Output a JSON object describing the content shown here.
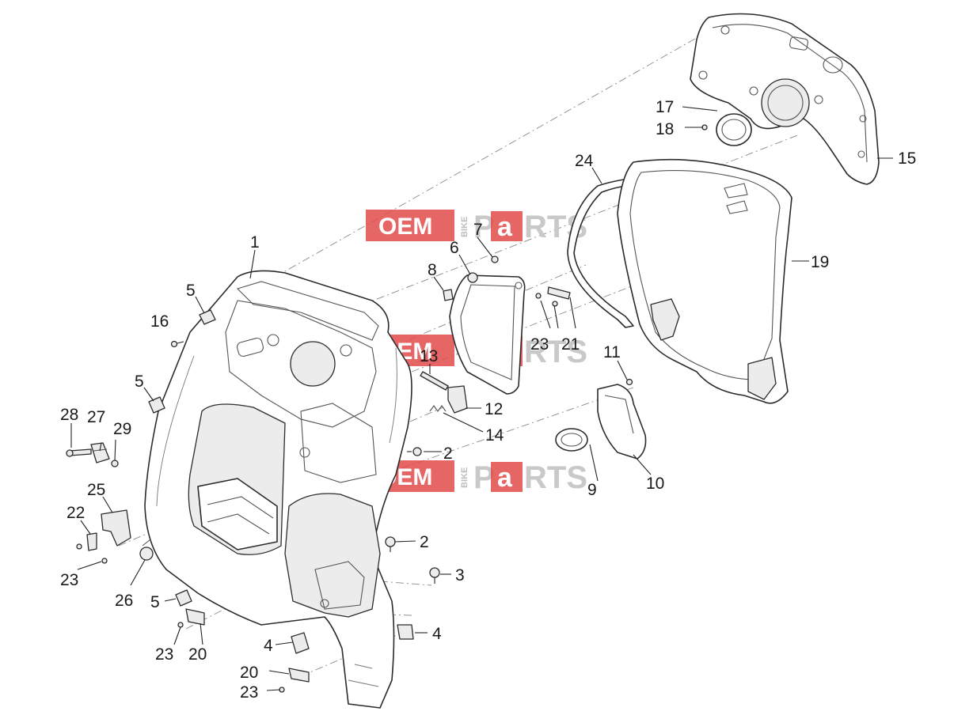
{
  "watermark": {
    "brand_left": "OEM",
    "brand_mid": "BIKE",
    "brand_right_1": "P",
    "brand_right_2": "a",
    "brand_right_3": "RTS",
    "color": "#e24a4a"
  },
  "callouts": {
    "c1": "1",
    "c2a": "2",
    "c2b": "2",
    "c3": "3",
    "c4a": "4",
    "c4b": "4",
    "c5a": "5",
    "c5b": "5",
    "c5c": "5",
    "c6": "6",
    "c7": "7",
    "c8": "8",
    "c9": "9",
    "c10": "10",
    "c11": "11",
    "c12": "12",
    "c13": "13",
    "c14": "14",
    "c15": "15",
    "c16": "16",
    "c17": "17",
    "c18": "18",
    "c19": "19",
    "c20a": "20",
    "c20b": "20",
    "c21": "21",
    "c22": "22",
    "c23a": "23",
    "c23b": "23",
    "c23c": "23",
    "c23d": "23",
    "c24": "24",
    "c25": "25",
    "c26": "26",
    "c27": "27",
    "c28": "28",
    "c29": "29"
  }
}
